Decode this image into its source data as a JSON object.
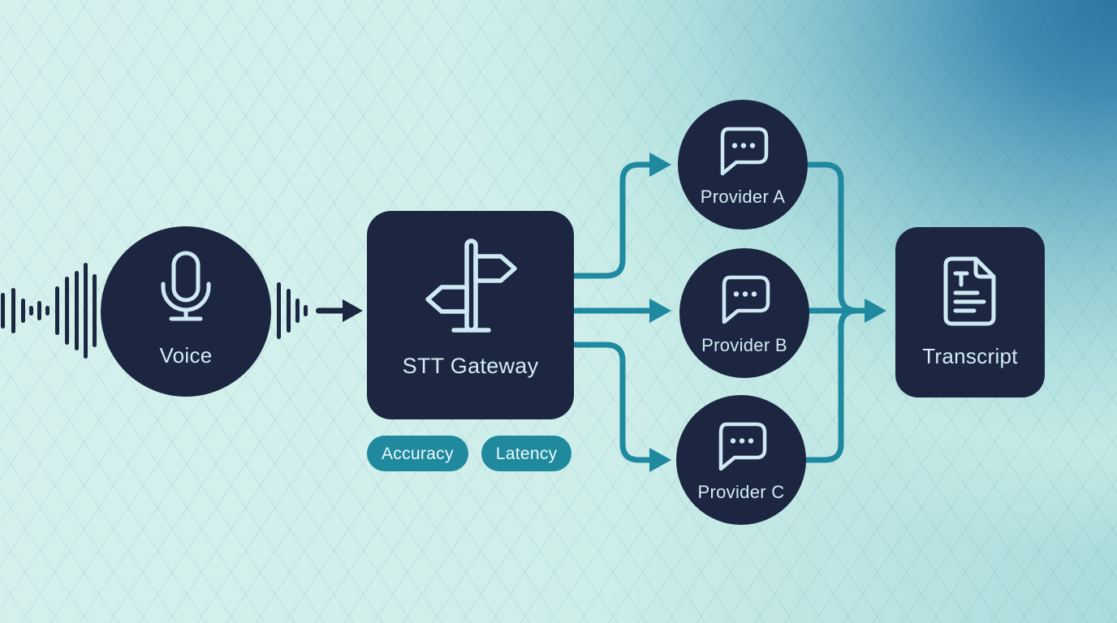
{
  "diagram": {
    "nodes": {
      "voice": {
        "label": "Voice",
        "icon": "microphone-icon"
      },
      "gateway": {
        "label": "STT Gateway",
        "icon": "signpost-icon",
        "badges": [
          {
            "label": "Accuracy"
          },
          {
            "label": "Latency"
          }
        ]
      },
      "provider_a": {
        "label": "Provider A",
        "icon": "chat-bubble-icon"
      },
      "provider_b": {
        "label": "Provider B",
        "icon": "chat-bubble-icon"
      },
      "provider_c": {
        "label": "Provider C",
        "icon": "chat-bubble-icon"
      },
      "transcript": {
        "label": "Transcript",
        "icon": "document-icon"
      }
    },
    "edges": [
      {
        "from": "voice",
        "to": "gateway"
      },
      {
        "from": "gateway",
        "to": "provider_a"
      },
      {
        "from": "gateway",
        "to": "provider_b"
      },
      {
        "from": "gateway",
        "to": "provider_c"
      },
      {
        "from": "provider_a",
        "to": "transcript"
      },
      {
        "from": "provider_b",
        "to": "transcript"
      },
      {
        "from": "provider_c",
        "to": "transcript"
      }
    ],
    "colors": {
      "node_fill": "#1C2641",
      "icon_stroke": "#CFE9F4",
      "label_text": "#D3ECF5",
      "connector": "#1F89A0",
      "badge_fill": "#1F8A9E",
      "badge_text": "#EDF8FA",
      "waveform": "#1B2640",
      "background_light": "#D5F0EC",
      "background_dark": "#2B76A4"
    }
  }
}
